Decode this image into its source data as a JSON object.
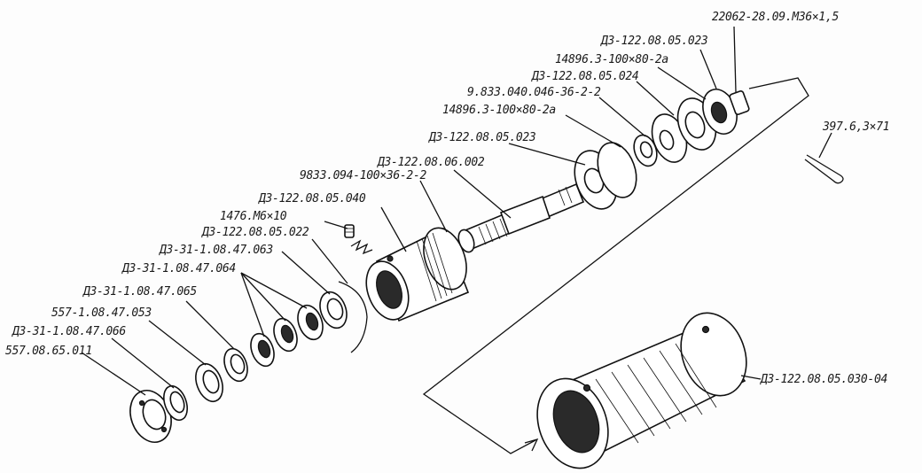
{
  "labels": {
    "l01": "22062-28.09.М36×1,5",
    "l02": "Д3-122.08.05.023",
    "l03": "14896.3-100×80-2а",
    "l04": "Д3-122.08.05.024",
    "l05": "9.833.040.046-36-2-2",
    "l06": "14896.3-100×80-2а",
    "l07": "Д3-122.08.05.023",
    "l08": "Д3-122.08.06.002",
    "l09": "9833.094-100×36-2-2",
    "l10": "Д3-122.08.05.040",
    "l11": "1476.М6×10",
    "l12": "Д3-122.08.05.022",
    "l13": "Д3-31-1.08.47.063",
    "l14": "Д3-31-1.08.47.064",
    "l15": "Д3-31-1.08.47.065",
    "l16": "557-1.08.47.053",
    "l17": "Д3-31-1.08.47.066",
    "l18": "557.08.65.011",
    "l19": "397.6,3×71",
    "l20": "Д3-122.08.05.030-04"
  }
}
